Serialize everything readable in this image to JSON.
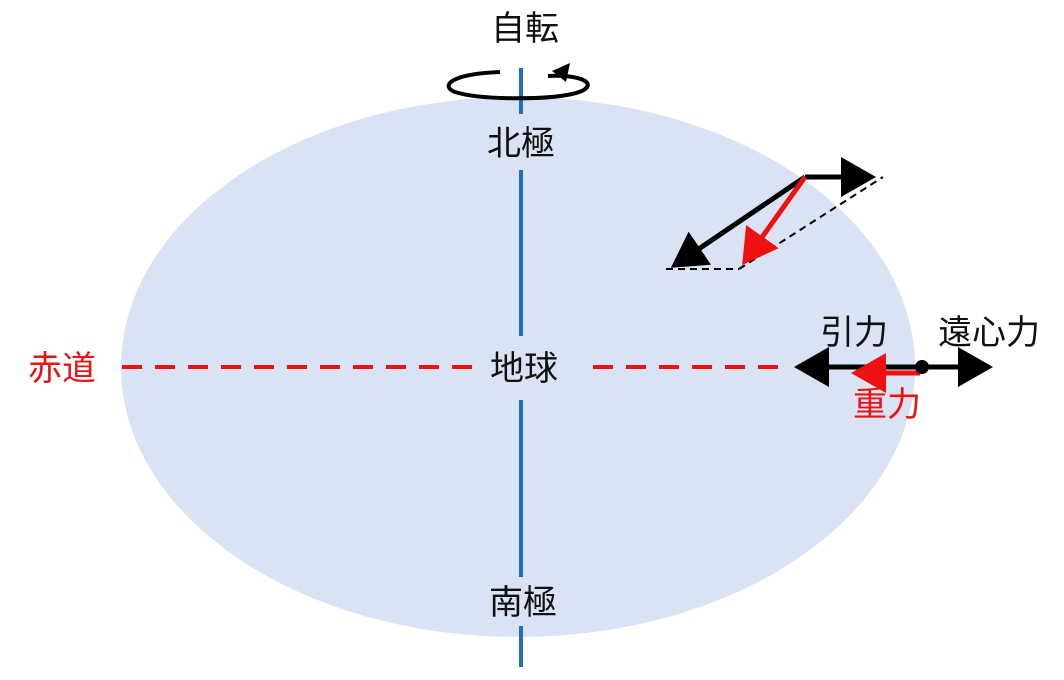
{
  "diagram": {
    "rotation_label": "自転",
    "north_pole_label": "北極",
    "south_pole_label": "南極",
    "earth_label": "地球",
    "equator_label": "赤道",
    "gravitation_label": "引力",
    "centrifugal_label": "遠心力",
    "gravity_label": "重力"
  },
  "colors": {
    "earth_fill": "#d9e3f3",
    "axis": "#1f6fbf",
    "equator": "#ee1111",
    "force_arrow": "#000000",
    "gravity_arrow": "#ee1111",
    "text": "#111111",
    "red_text": "#ee1111"
  }
}
